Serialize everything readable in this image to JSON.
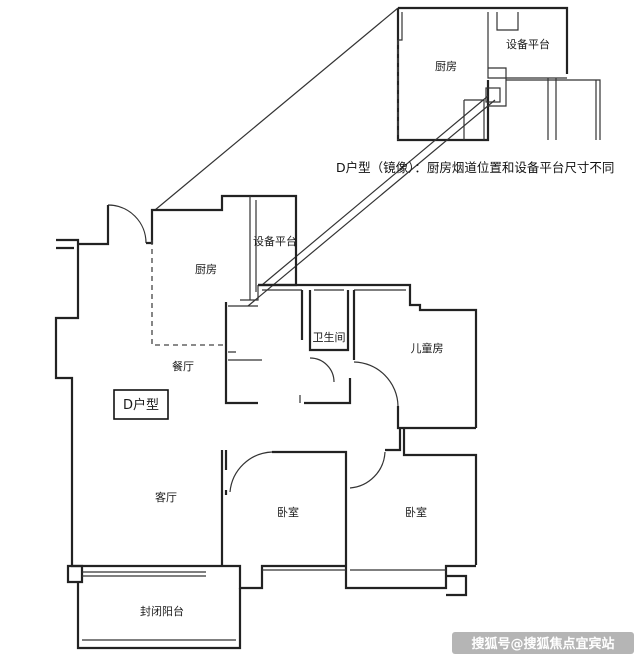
{
  "labels": {
    "kitchen_main": "厨房",
    "equipment_main": "设备平台",
    "dining": "餐厅",
    "bathroom": "卫生间",
    "kids_room": "儿童房",
    "living": "客厅",
    "bedroom_left": "卧室",
    "bedroom_right": "卧室",
    "balcony": "封闭阳台",
    "kitchen_inset": "厨房",
    "equipment_inset": "设备平台"
  },
  "unit_tag": "D户型",
  "note": "D户型（镜像）：厨房烟道位置和设备平台尺寸不同",
  "watermark": "搜狐号@搜狐焦点宜宾站"
}
